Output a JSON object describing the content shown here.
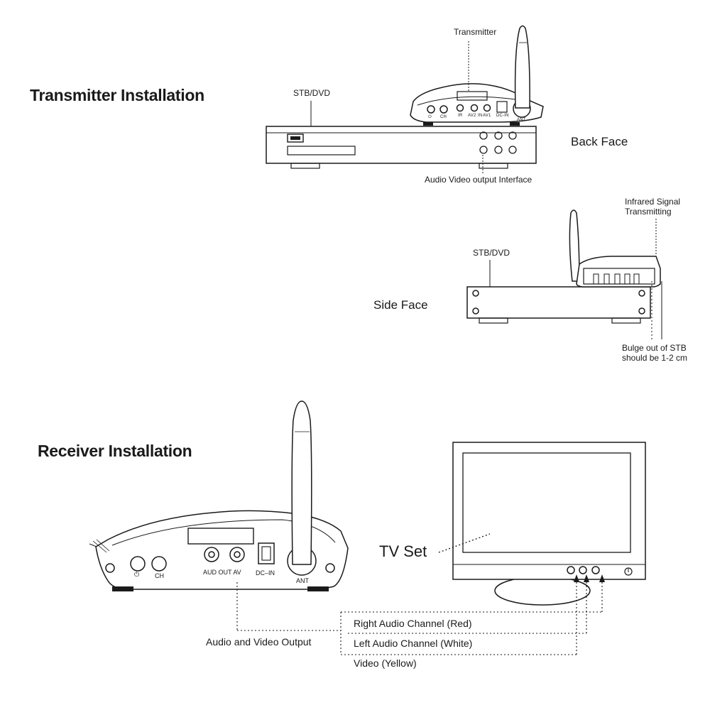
{
  "transmitter_installation": {
    "heading": "Transmitter Installation",
    "label_transmitter": "Transmitter",
    "label_stb_dvd": "STB/DVD",
    "label_back_face": "Back Face",
    "label_av_interface": "Audio Video output Interface",
    "transmitter_panel_labels": [
      "⏻",
      "CH",
      "IR",
      "AV2",
      "IN",
      "AV1",
      "DC-IN",
      "ANT"
    ]
  },
  "side_view": {
    "label_infrared_line1": "Infrared Signal",
    "label_infrared_line2": "Transmitting",
    "label_stb_dvd": "STB/DVD",
    "label_side_face": "Side Face",
    "label_bulge_line1": "Bulge out of STB",
    "label_bulge_line2": "should be 1-2 cm"
  },
  "receiver_installation": {
    "heading": "Receiver Installation",
    "receiver_panel_labels": [
      "⏻",
      "CH",
      "AUD OUT AV",
      "DC–IN",
      "ANT"
    ],
    "label_tv_set": "TV Set",
    "label_av_output": "Audio and Video Output",
    "label_right_audio": "Right Audio Channel (Red)",
    "label_left_audio": "Left Audio Channel (White)",
    "label_video": "Video (Yellow)"
  }
}
